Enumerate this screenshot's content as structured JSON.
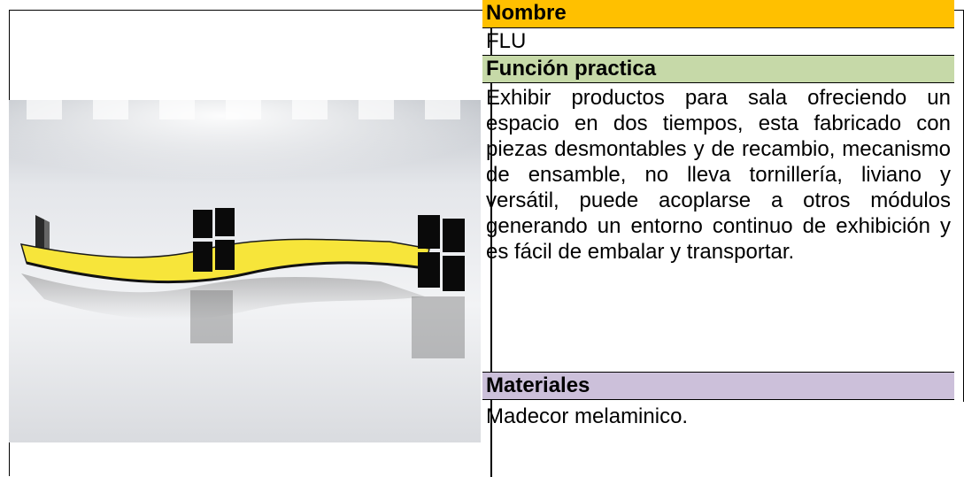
{
  "fields": {
    "nombre_label": "Nombre",
    "nombre_value": "FLU",
    "funcion_label": "Función practica",
    "funcion_value": "Exhibir productos para sala ofreciendo un espacio en dos tiempos, esta fabricado con piezas desmontables y de recambio, mecanismo de ensamble, no lleva tornillería, liviano y versátil, puede acoplarse a otros módulos generando un entorno continuo de exhibición y es fácil de embalar y transportar.",
    "materiales_label": "Materiales",
    "materiales_value": "Madecor melaminico."
  },
  "colors": {
    "nombre_header": "#ffc000",
    "funcion_header": "#c6d9a8",
    "materiales_header": "#ccc0da",
    "shelf_yellow": "#f7e53a",
    "panel_black": "#0a0a0a"
  }
}
